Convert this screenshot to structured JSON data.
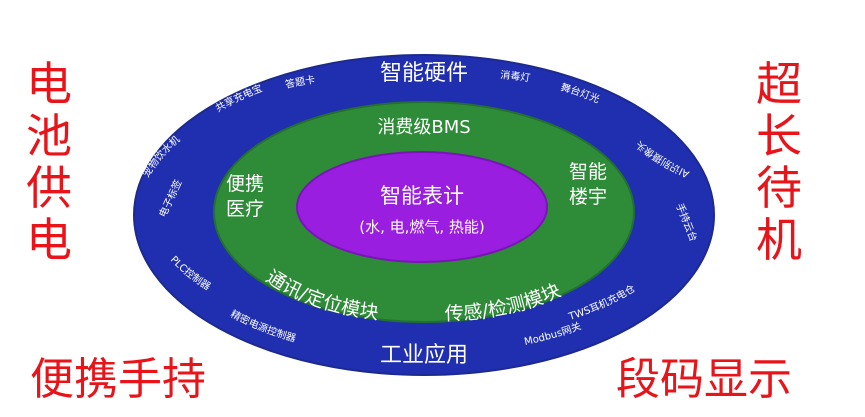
{
  "side_text": {
    "left_vertical": [
      "电",
      "池",
      "供",
      "电"
    ],
    "right_vertical": [
      "超",
      "长",
      "待",
      "机"
    ],
    "bottom_left": "便携手持",
    "bottom_right": "段码显示"
  },
  "diagram": {
    "outer_ring": {
      "color": "#1f2fb0",
      "title_top": "智能硬件",
      "title_bottom": "工业应用",
      "items": [
        "答题卡",
        "共享充电宝",
        "宠物饮水机",
        "电子标签",
        "PLC控制器",
        "精密电源控制器",
        "消毒灯",
        "舞台灯光",
        "AI识别摄像头",
        "手持云台",
        "TWS耳机充电仓",
        "Modbus网关"
      ]
    },
    "middle_ring": {
      "color": "#2e8b38",
      "title_top": "消费级BMS",
      "left_label": [
        "便携",
        "医疗"
      ],
      "right_label": [
        "智能",
        "楼宇"
      ],
      "bottom_left_label": "通讯/定位模块",
      "bottom_right_label": "传感/检测模块"
    },
    "center": {
      "color": "#9a1ee0",
      "title": "智能表计",
      "subtitle": "(水, 电,燃气, 热能)"
    }
  }
}
